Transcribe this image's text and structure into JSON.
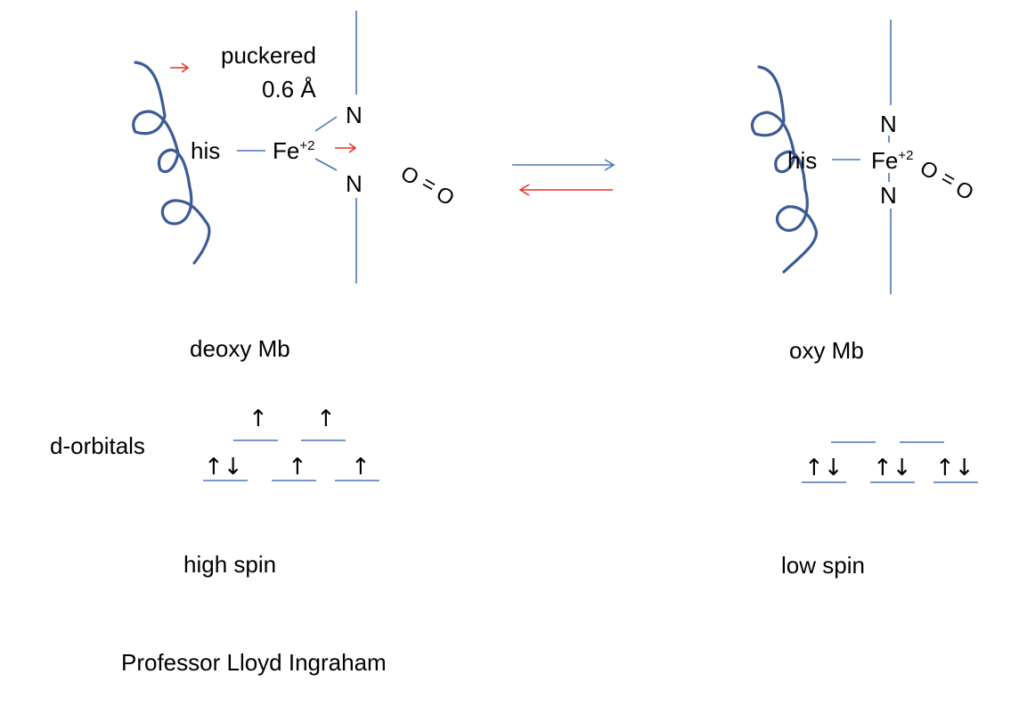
{
  "deoxy": {
    "puckered": "puckered",
    "distance": "0.6 Å",
    "his": "his",
    "fe": "Fe",
    "fe_charge": "+2",
    "n_top": "N",
    "n_bottom": "N",
    "o_left": "O",
    "bond": "=",
    "o_right": "O",
    "name": "deoxy Mb"
  },
  "oxy": {
    "his": "his",
    "fe": "Fe",
    "fe_charge": "+2",
    "n_top": "N",
    "n_bottom": "N",
    "o_left": "O",
    "bond": "=",
    "o_right": "O",
    "name": "oxy Mb"
  },
  "orbitals": {
    "label": "d-orbitals",
    "high": {
      "upper": [
        "↑",
        "↑"
      ],
      "lower": [
        "↑↓",
        "↑",
        "↑"
      ],
      "spin": "high spin"
    },
    "low": {
      "upper": [
        "",
        ""
      ],
      "lower": [
        "↑↓",
        "↑↓",
        "↑↓"
      ],
      "spin": "low spin"
    }
  },
  "author": "Professor Lloyd Ingraham",
  "colors": {
    "helix": "#3b5b95",
    "line_blue": "#4a74b8",
    "arrow_red": "#e5332a"
  }
}
